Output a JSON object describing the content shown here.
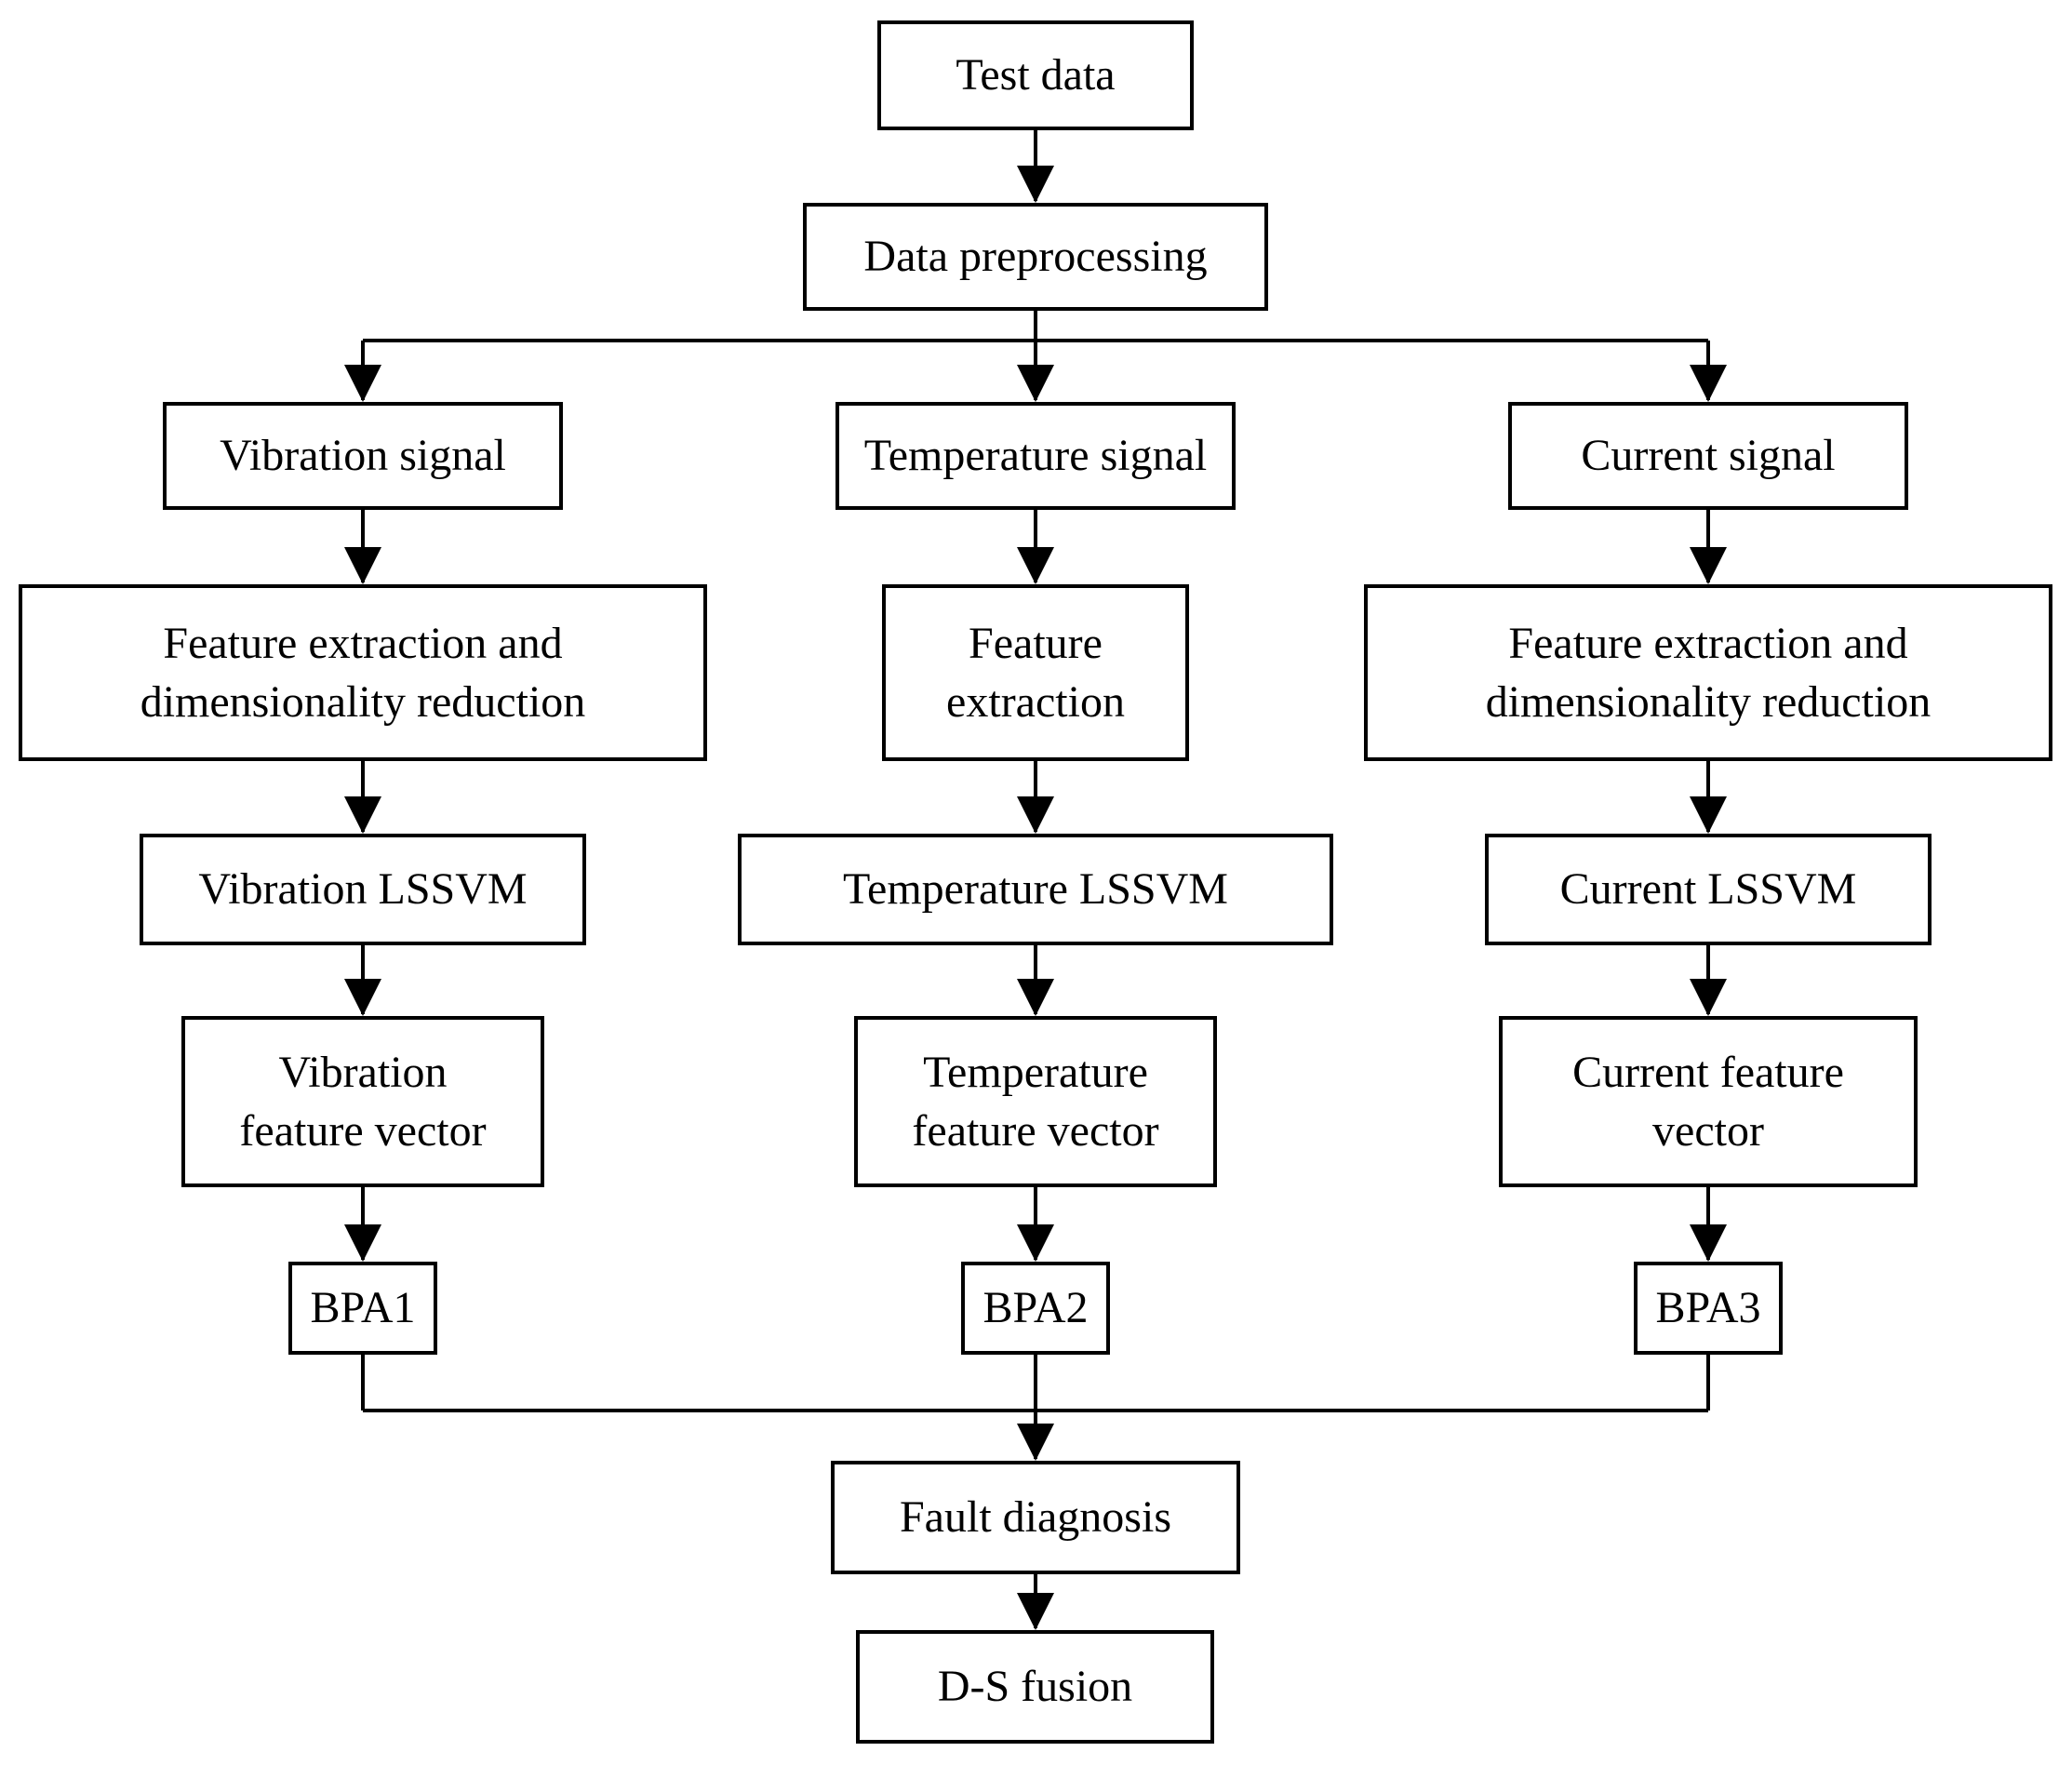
{
  "figure": {
    "type": "flowchart",
    "background_color": "#ffffff",
    "line_color": "#000000",
    "box_fill_color": "#ffffff",
    "box_border_color": "#000000",
    "nodes": {
      "test_data": "Test data",
      "data_preprocessing": "Data preprocessing",
      "vibration_signal": "Vibration signal",
      "temperature_signal": "Temperature signal",
      "current_signal": "Current signal",
      "vibration_feature_extraction": "Feature extraction and\ndimensionality reduction",
      "temperature_feature_extraction": "Feature\nextraction",
      "current_feature_extraction": "Feature extraction and\ndimensionality reduction",
      "vibration_lssvm": "Vibration LSSVM",
      "temperature_lssvm": "Temperature LSSVM",
      "current_lssvm": "Current LSSVM",
      "vibration_feature_vector": "Vibration\nfeature vector",
      "temperature_feature_vector": "Temperature\nfeature vector",
      "current_feature_vector": "Current feature\nvector",
      "bpa1": "BPA1",
      "bpa2": "BPA2",
      "bpa3": "BPA3",
      "fault_diagnosis": "Fault diagnosis",
      "ds_fusion": "D-S fusion"
    }
  }
}
